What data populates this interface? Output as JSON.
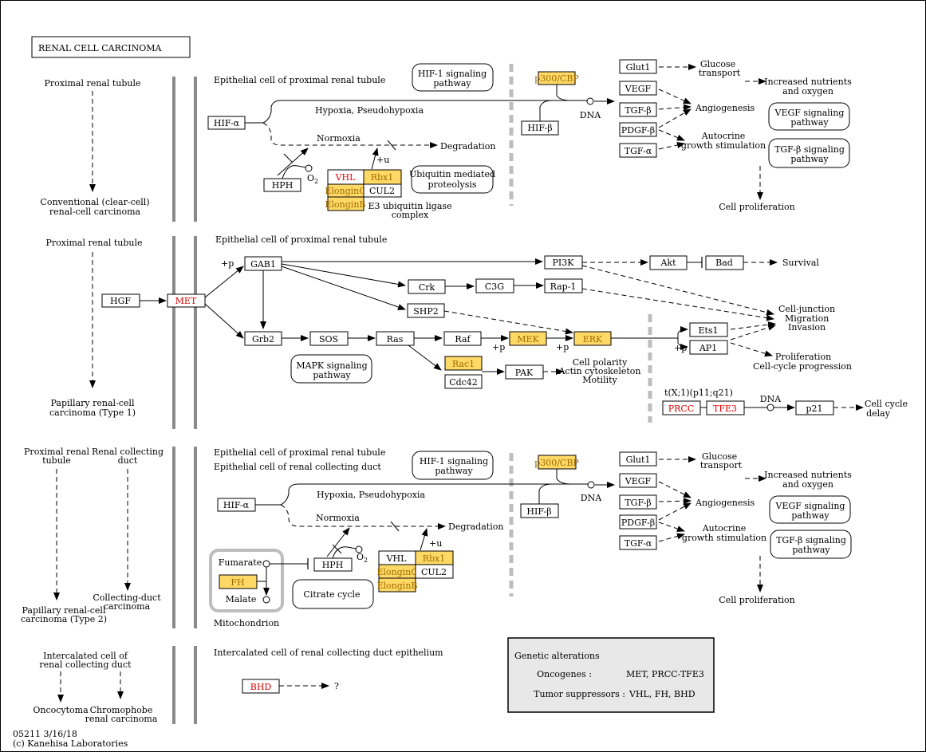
{
  "title": "RENAL CELL CARCINOMA",
  "footer": {
    "id_date": "05211 3/16/18",
    "copyright": "(c) Kanehisa Laboratories"
  },
  "colors": {
    "highlight": "#ffd966",
    "alteration": "#e00000",
    "separator": "#8a8a8a",
    "cut": "#bdbdbd",
    "legend_bg": "#e8e8e8"
  },
  "left": {
    "p1_top": "Proximal renal tubule",
    "p1_bot1": "Conventional (clear-cell)",
    "p1_bot2": "renal-cell carcinoma",
    "p2_top": "Proximal renal tubule",
    "p2_bot1": "Papillary renal-cell",
    "p2_bot2": "carcinoma (Type 1)",
    "p3a_top1": "Proximal renal",
    "p3a_top2": "tubule",
    "p3b_top1": "Renal collecting",
    "p3b_top2": "duct",
    "p3a_bot1": "Papillary renal-cell",
    "p3a_bot2": "carcinoma (Type 2)",
    "p3b_bot1": "Collecting-duct",
    "p3b_bot2": "carcinoma",
    "p4_top1": "Intercalated cell of",
    "p4_top2": "renal collecting duct",
    "p4a_bot": "Oncocytoma",
    "p4b_bot1": "Chromophobe",
    "p4b_bot2": "renal carcinoma"
  },
  "p1": {
    "header": "Epithelial cell of proximal renal tubule",
    "hif1_path1": "HIF-1 signaling",
    "hif1_path2": "pathway",
    "hifa": "HIF-α",
    "hypoxia": "Hypoxia, Pseudohypoxia",
    "normoxia": "Normoxia",
    "degradation": "Degradation",
    "hph": "HPH",
    "o2": "O",
    "o2_sub": "2",
    "vhl": "VHL",
    "rbx1": "Rbx1",
    "elonginc": "ElonginC",
    "cul2": "CUL2",
    "elonginb": "ElonginB",
    "plus_u": "+u",
    "e3_1": "E3 ubiquitin ligase",
    "e3_2": "complex",
    "ubq1": "Ubiquitin mediated",
    "ubq2": "proteolysis",
    "p300": "p300/CBP",
    "hifb": "HIF-β",
    "dna": "DNA",
    "glut1": "Glut1",
    "vegf": "VEGF",
    "tgfb": "TGF-β",
    "pdgfb": "PDGF-β",
    "tgfa": "TGF-α",
    "glucose1": "Glucose",
    "glucose2": "transport",
    "angio": "Angiogenesis",
    "auto1": "Autocrine",
    "auto2": "growth stimulation",
    "incr1": "Increased nutrients",
    "incr2": "and oxygen",
    "vegfp1": "VEGF signaling",
    "vegfp2": "pathway",
    "tgfbp1": "TGF-β signaling",
    "tgfbp2": "pathway",
    "cellprolif": "Cell proliferation"
  },
  "p2": {
    "header": "Epithelial cell of proximal renal tubule",
    "hgf": "HGF",
    "met": "MET",
    "plus_p": "+p",
    "gab1": "GAB1",
    "pi3k": "PI3K",
    "akt": "Akt",
    "bad": "Bad",
    "survival": "Survival",
    "crk": "Crk",
    "c3g": "C3G",
    "rap1": "Rap-1",
    "shp2": "SHP2",
    "grb2": "Grb2",
    "sos": "SOS",
    "ras": "Ras",
    "raf": "Raf",
    "mek": "MEK",
    "erk": "ERK",
    "ets1": "Ets1",
    "ap1": "AP1",
    "junction": "Cell-junction",
    "migration": "Migration",
    "invasion": "Invasion",
    "prolif": "Proliferation",
    "cellcycle": "Cell-cycle progression",
    "mapk1": "MAPK signaling",
    "mapk2": "pathway",
    "rac1": "Rac1",
    "cdc42": "Cdc42",
    "pak": "PAK",
    "polar1": "Cell polarity",
    "polar2": "Actin cytoskeleton",
    "polar3": "Motility",
    "trans": "t(X;1)(p11;q21)",
    "prcc": "PRCC",
    "tfe3": "TFE3",
    "dna": "DNA",
    "p21": "p21",
    "ccdelay1": "Cell cycle",
    "ccdelay2": "delay"
  },
  "p3": {
    "header1": "Epithelial cell of proximal renal tubule",
    "header2": "Epithelial cell of renal collecting duct",
    "hif1_path1": "HIF-1 signaling",
    "hif1_path2": "pathway",
    "hifa": "HIF-α",
    "hypoxia": "Hypoxia, Pseudohypoxia",
    "normoxia": "Normoxia",
    "degradation": "Degradation",
    "hph": "HPH",
    "o2": "O",
    "o2_sub": "2",
    "vhl": "VHL",
    "rbx1": "Rbx1",
    "elonginc": "ElonginC",
    "cul2": "CUL2",
    "elonginb": "ElonginB",
    "plus_u": "+u",
    "fumarate": "Fumarate",
    "fh": "FH",
    "malate": "Malate",
    "mito": "Mitochondrion",
    "citrate": "Citrate cycle",
    "p300": "p300/CBP",
    "hifb": "HIF-β",
    "dna": "DNA",
    "glut1": "Glut1",
    "vegf": "VEGF",
    "tgfb": "TGF-β",
    "pdgfb": "PDGF-β",
    "tgfa": "TGF-α",
    "glucose1": "Glucose",
    "glucose2": "transport",
    "angio": "Angiogenesis",
    "auto1": "Autocrine",
    "auto2": "growth stimulation",
    "incr1": "Increased nutrients",
    "incr2": "and oxygen",
    "vegfp1": "VEGF signaling",
    "vegfp2": "pathway",
    "tgfbp1": "TGF-β signaling",
    "tgfbp2": "pathway",
    "cellprolif": "Cell proliferation"
  },
  "p4": {
    "header": "Intercalated cell of renal collecting duct epithelium",
    "bhd": "BHD",
    "q": "?"
  },
  "legend": {
    "title": "Genetic alterations",
    "onc_label": "Oncogenes :",
    "onc_value": "MET,  PRCC-TFE3",
    "ts_label": "Tumor suppressors :",
    "ts_value": "VHL, FH, BHD"
  }
}
